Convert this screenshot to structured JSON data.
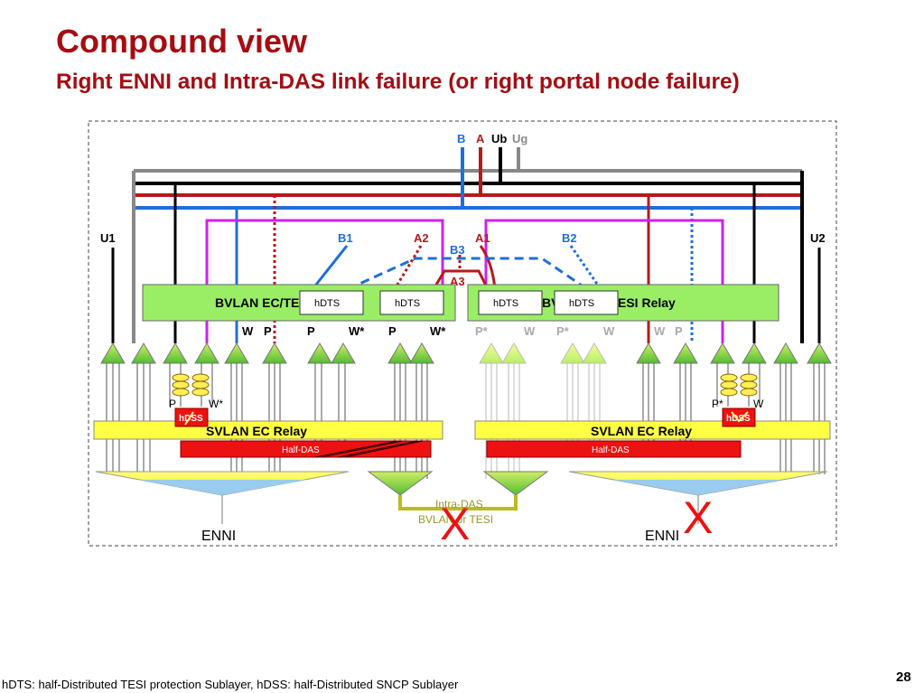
{
  "slide": {
    "title": "Compound view",
    "subtitle": "Right ENNI and Intra-DAS link failure (or right portal node failure)",
    "footnote": "hDTS: half-Distributed TESI protection Sublayer,   hDSS: half-Distributed SNCP Sublayer",
    "page_number": "28"
  },
  "diagram": {
    "bus_labels": {
      "b": "B",
      "a": "A",
      "ub": "Ub",
      "ug": "Ug"
    },
    "colors": {
      "b": "#1e6fd9",
      "a": "#b51a1a",
      "ub": "#000000",
      "ug": "#888888",
      "relay_green": "#99ee66",
      "svlan_yellow": "#ffff44",
      "half_das_red": "#ee1111",
      "hdts_purple": "#cc22ee",
      "failure_red": "#ee1111"
    },
    "port_labels": {
      "u1": "U1",
      "u2": "U2",
      "b1": "B1",
      "a2": "A2",
      "a1": "A1",
      "b2": "B2",
      "b3": "B3",
      "a3": "A3"
    },
    "bvlan_left": {
      "label": "BVLAN EC/TESI Relay",
      "hdts1": "hDTS",
      "hdts2": "hDTS"
    },
    "bvlan_right": {
      "label": "BVLAN EC/TESI Relay",
      "hdts1": "hDTS",
      "hdts2": "hDTS"
    },
    "wp_labels_left": [
      "W",
      "P",
      "P",
      "W*",
      "P",
      "W*"
    ],
    "wp_labels_right": [
      "P*",
      "W",
      "P*",
      "W",
      "W",
      "P"
    ],
    "left_hdss": {
      "label": "hDSS",
      "p": "P",
      "w": "W*"
    },
    "right_hdss": {
      "label": "hDSS",
      "p": "P*",
      "w": "W"
    },
    "svlan_left": "SVLAN EC Relay",
    "svlan_right": "SVLAN EC Relay",
    "half_das_left": "Half-DAS",
    "half_das_right": "Half-DAS",
    "intra_das": {
      "line1": "Intra-DAS",
      "line2": "BVLAN or TESI"
    },
    "enni_left": "ENNI",
    "enni_right": "ENNI",
    "failure_mark": "X"
  }
}
